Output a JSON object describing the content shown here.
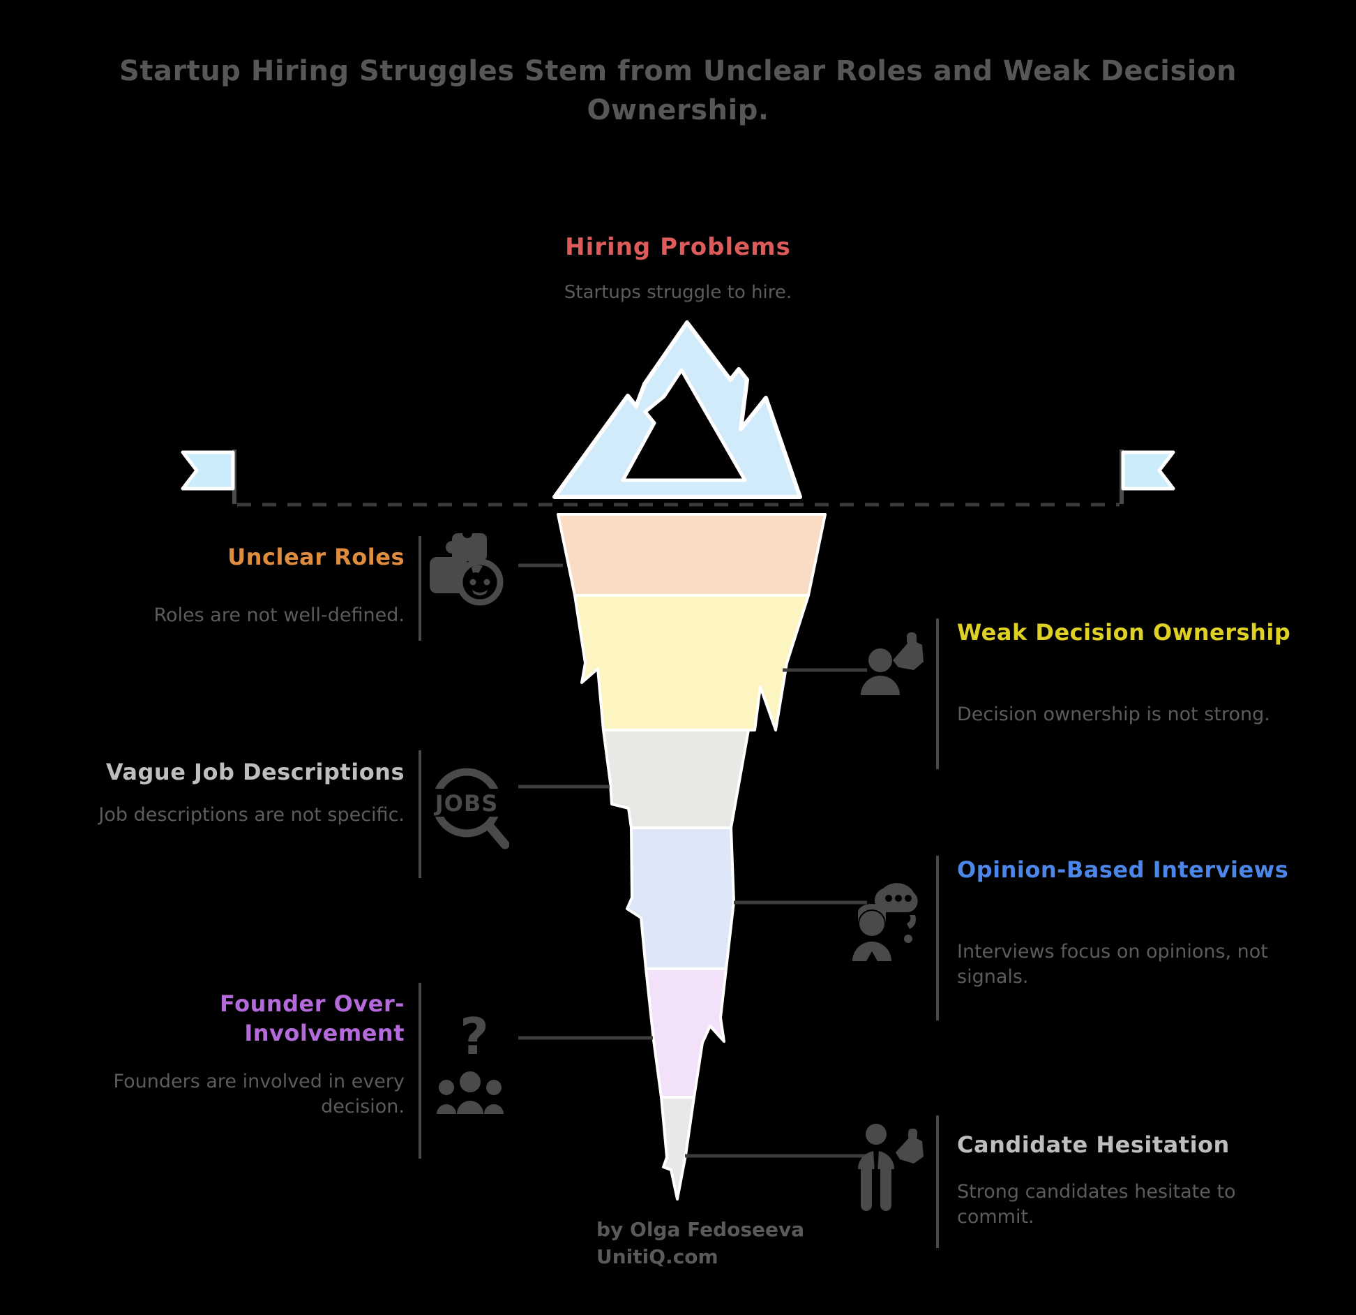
{
  "title": "Startup Hiring Struggles Stem from Unclear Roles and Weak Decision Ownership.",
  "top": {
    "heading": "Hiring Problems",
    "subheading": "Startups struggle to hire.",
    "heading_color": "#DD5B5B"
  },
  "left_items": [
    {
      "heading": "Unclear Roles",
      "description": "Roles are not well-defined.",
      "heading_color": "#DF8C3E",
      "icon": "puzzle-roles-icon"
    },
    {
      "heading": "Vague Job Descriptions",
      "description": "Job descriptions are not specific.",
      "heading_color": "#BEBEBE",
      "icon": "jobs-magnifier-icon",
      "icon_text": "JOBS"
    },
    {
      "heading": "Founder Over-Involvement",
      "description": "Founders are involved in every decision.",
      "heading_color": "#B56ADB",
      "icon": "founder-group-question-icon",
      "icon_glyph": "?"
    }
  ],
  "right_items": [
    {
      "heading": "Weak Decision Ownership",
      "description": "Decision ownership is not strong.",
      "heading_color": "#DFD024",
      "icon": "person-fist-icon"
    },
    {
      "heading": "Opinion-Based Interviews",
      "description": "Interviews focus on opinions, not signals.",
      "heading_color": "#4C86E8",
      "icon": "person-thought-icon",
      "icon_glyph": "?"
    },
    {
      "heading": "Candidate Hesitation",
      "description": "Strong candidates hesitate to commit.",
      "heading_color": "#BEBEBE",
      "icon": "candidate-fist-icon"
    }
  ],
  "credit": {
    "line1": "by Olga Fedoseeva",
    "line2": "UnitiQ.com"
  },
  "colors": {
    "background": "#000000",
    "title_text": "#575757",
    "description_text": "#5C5C5C",
    "credit_text": "#5A5A5A",
    "icon_gray": "#4A4A4A",
    "divider": "#4A4A4A",
    "connector": "#3D3D3D",
    "waterline": "#3A3A3A",
    "ice_fill": "#D2EBFB",
    "flag_fill": "#CBEDFB",
    "iceberg_bands": {
      "peach": "#FADCC4",
      "yellow": "#FCF5C2",
      "gray": "#E9E8E5",
      "blue": "#DEE7F8",
      "lavender": "#F3E1FA",
      "tip": "#E8E8E7"
    }
  }
}
